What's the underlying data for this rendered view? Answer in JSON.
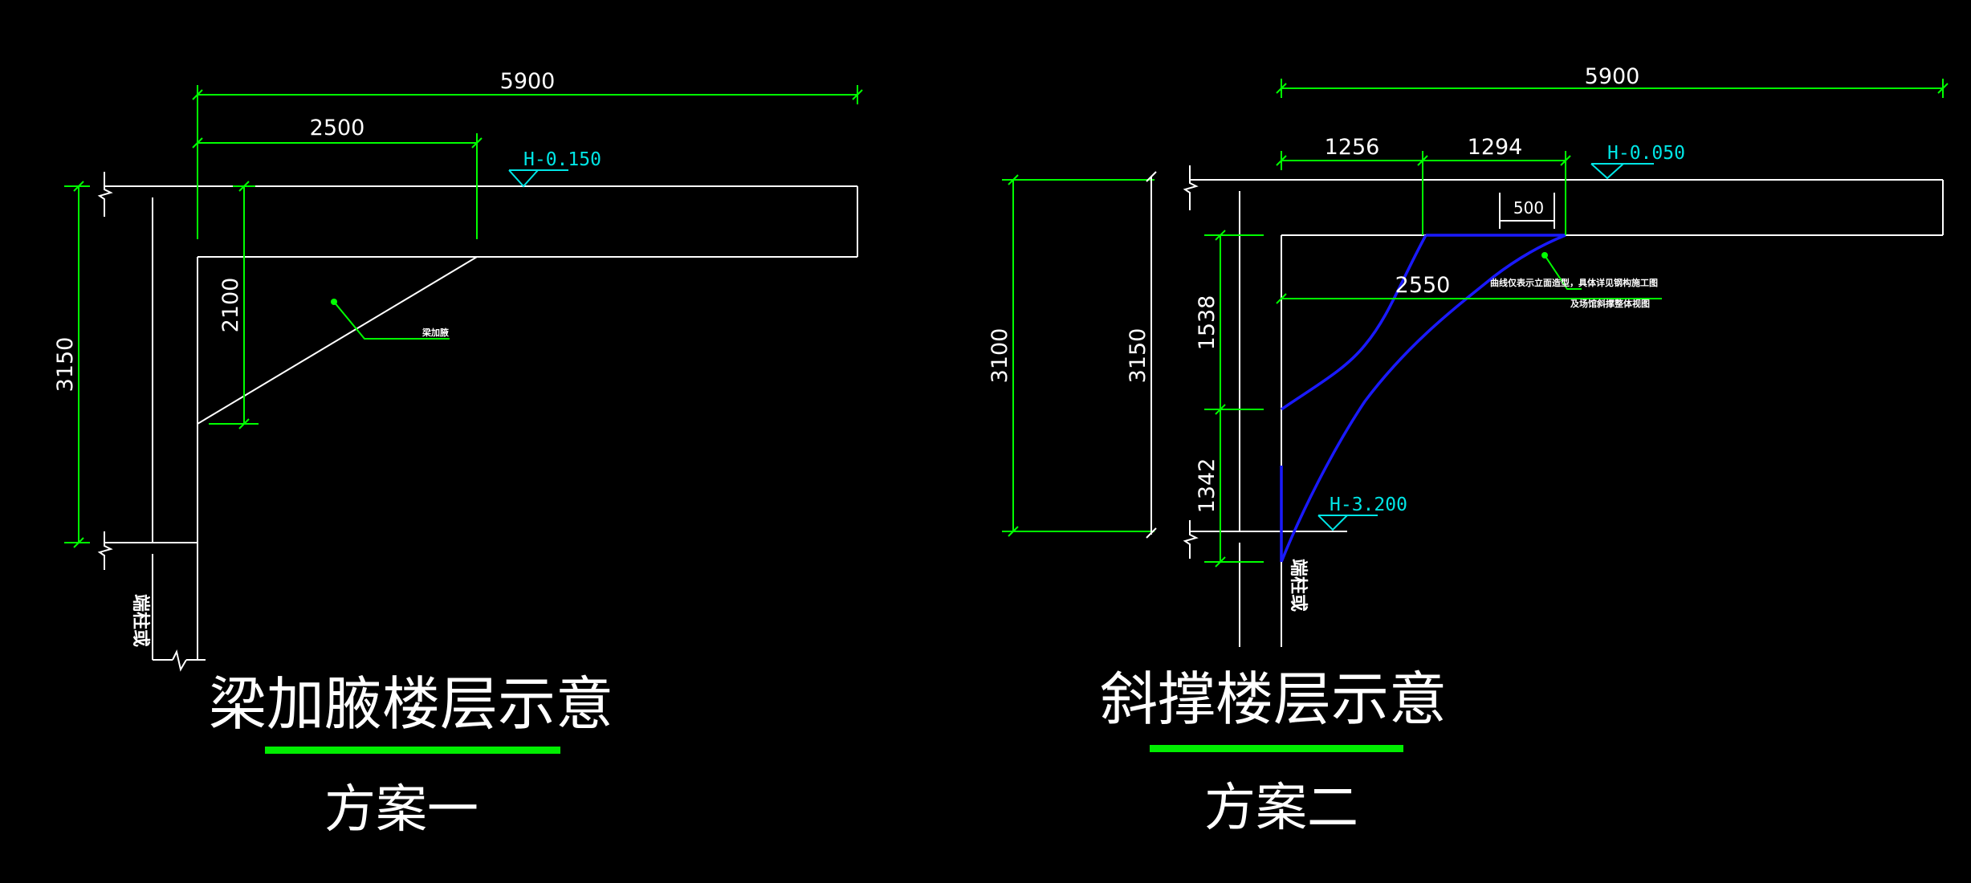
{
  "colors": {
    "background": "#000000",
    "dimension": "#00ff00",
    "structure": "#ffffff",
    "elevation": "#00e5e5",
    "brace": "#1a1aff",
    "underline": "#00ee00"
  },
  "scheme1": {
    "dimensions": {
      "total_width": "5900",
      "haunch_width": "2500",
      "haunch_height": "2100",
      "storey_height": "3150"
    },
    "elevation": "H-0.150",
    "haunch_note": "梁加腋",
    "column_label": "端柱或",
    "title": "梁加腋楼层示意",
    "subtitle": "方案一"
  },
  "scheme2": {
    "dimensions": {
      "total_width": "5900",
      "seg_left": "1256",
      "seg_right": "1294",
      "top_gap": "500",
      "brace_reach": "2550",
      "height_outer": "3100",
      "height_inner": "3150",
      "seg_upper": "1538",
      "seg_lower": "1342"
    },
    "elevation_top": "H-0.050",
    "elevation_bottom": "H-3.200",
    "note_line1": "曲线仅表示立面造型，具体详见钢构施工图",
    "note_line2": "及场馆斜撑整体视图",
    "column_label": "端柱或",
    "title": "斜撑楼层示意",
    "subtitle": "方案二"
  }
}
